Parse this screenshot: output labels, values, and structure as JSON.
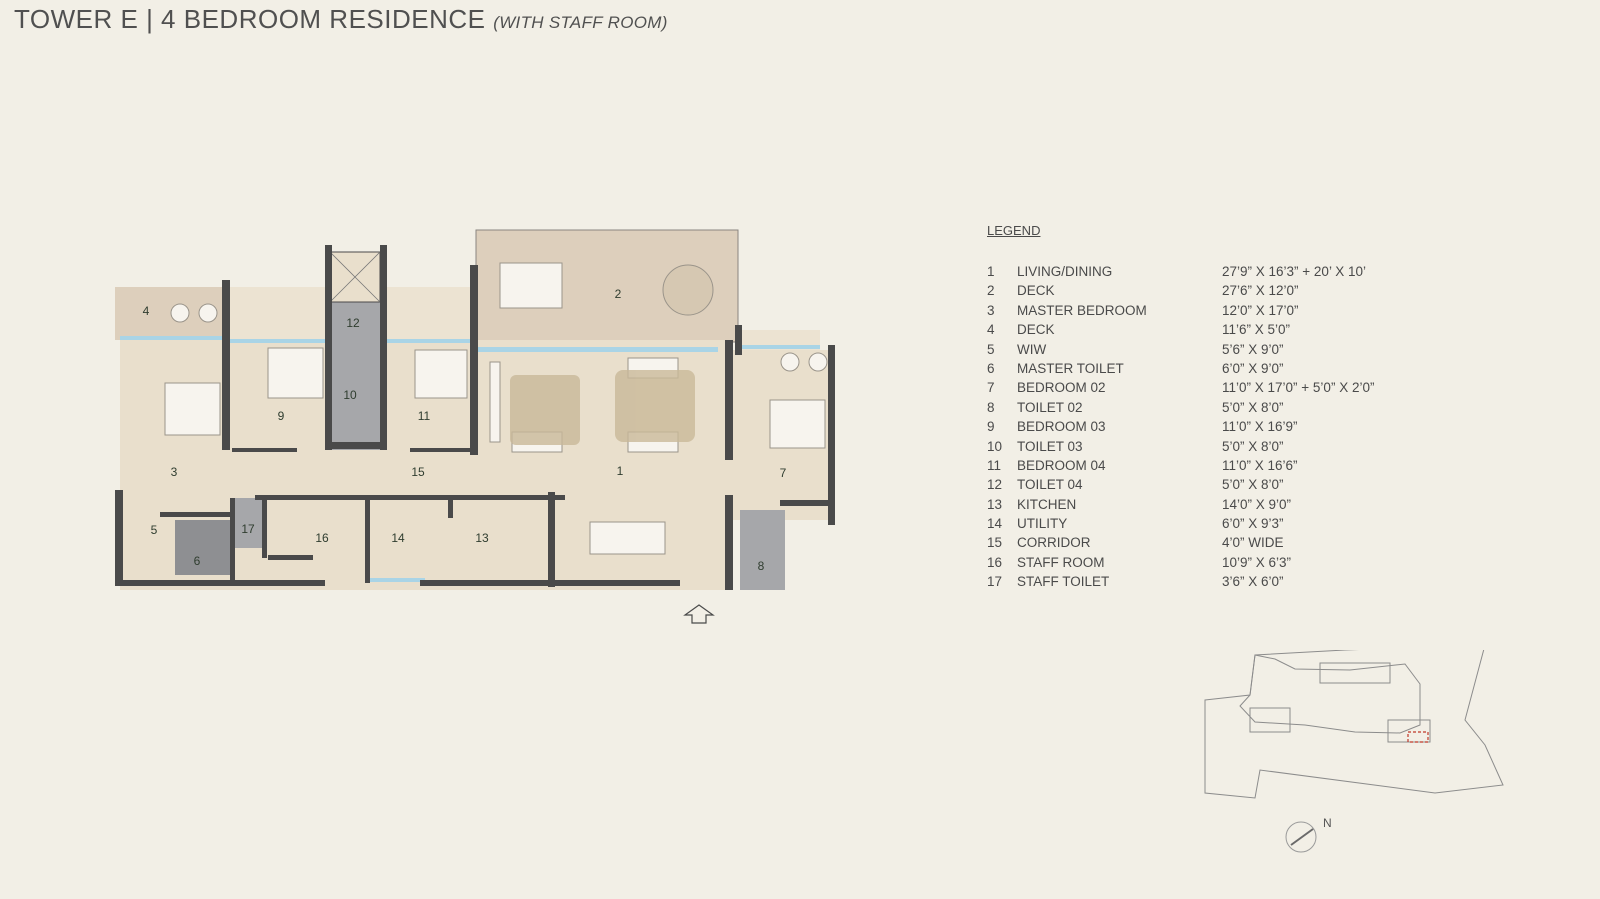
{
  "header": {
    "title": "TOWER E | 4 BEDROOM RESIDENCE",
    "subtitle": "(WITH STAFF ROOM)"
  },
  "legend": {
    "heading": "LEGEND",
    "items": [
      {
        "num": "1",
        "room": "LIVING/DINING",
        "size": "27’9”   X  16’3” + 20’   X  10’"
      },
      {
        "num": "2",
        "room": "DECK",
        "size": "27’6”   X  12’0”"
      },
      {
        "num": "3",
        "room": "MASTER BEDROOM",
        "size": "12’0”   X  17’0”"
      },
      {
        "num": "4",
        "room": "DECK",
        "size": "11’6”   X  5’0”"
      },
      {
        "num": "5",
        "room": "WIW",
        "size": "5’6”   X  9’0”"
      },
      {
        "num": "6",
        "room": "MASTER TOILET",
        "size": "6’0”   X  9’0”"
      },
      {
        "num": "7",
        "room": "BEDROOM 02",
        "size": "11’0”   X  17’0” + 5’0” X 2’0”"
      },
      {
        "num": "8",
        "room": "TOILET 02",
        "size": "5’0”   X  8’0”"
      },
      {
        "num": "9",
        "room": "BEDROOM 03",
        "size": "11’0”   X  16’9”"
      },
      {
        "num": "10",
        "room": "TOILET 03",
        "size": "5’0”   X  8’0”"
      },
      {
        "num": "11",
        "room": "BEDROOM 04",
        "size": "11’0”   X  16’6”"
      },
      {
        "num": "12",
        "room": "TOILET 04",
        "size": "5’0”   X  8’0”"
      },
      {
        "num": "13",
        "room": "KITCHEN",
        "size": "14’0”   X  9’0”"
      },
      {
        "num": "14",
        "room": "UTILITY",
        "size": "6’0”   X  9’3”"
      },
      {
        "num": "15",
        "room": "CORRIDOR",
        "size": "4’0” WIDE"
      },
      {
        "num": "16",
        "room": "STAFF ROOM",
        "size": "10’9”   X  6’3”"
      },
      {
        "num": "17",
        "room": "STAFF TOILET",
        "size": "3’6”   X  6’0”"
      }
    ]
  },
  "plan_labels": {
    "r1": "1",
    "r2": "2",
    "r3": "3",
    "r4": "4",
    "r5": "5",
    "r6": "6",
    "r7": "7",
    "r8": "8",
    "r9": "9",
    "r10": "10",
    "r11": "11",
    "r12": "12",
    "r13": "13",
    "r14": "14",
    "r15": "15",
    "r16": "16",
    "r17": "17"
  },
  "compass": {
    "label": "N"
  },
  "colors": {
    "background": "#f2efe6",
    "floor": "#e9dfcc",
    "deck": "#ddcfbc",
    "wall": "#4a4a4a",
    "glass": "#a9d4e6",
    "wet_area": "#a6a7aa",
    "marker": "#c0392b"
  }
}
